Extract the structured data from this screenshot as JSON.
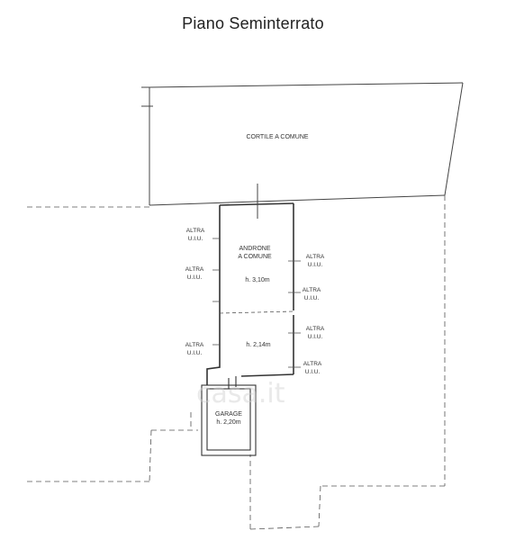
{
  "title": "Piano Seminterrato",
  "labels": {
    "courtyard": "CORTILE A COMUNE",
    "lobby_line1": "ANDRONE",
    "lobby_line2": "A COMUNE",
    "lobby_height": "h. 3,10m",
    "lower_height": "h. 2,14m",
    "garage": "GARAGE",
    "garage_height": "h. 2,20m",
    "altra_line1": "ALTRA",
    "altra_line2": "U.I.U."
  },
  "watermark": "casa.it"
}
